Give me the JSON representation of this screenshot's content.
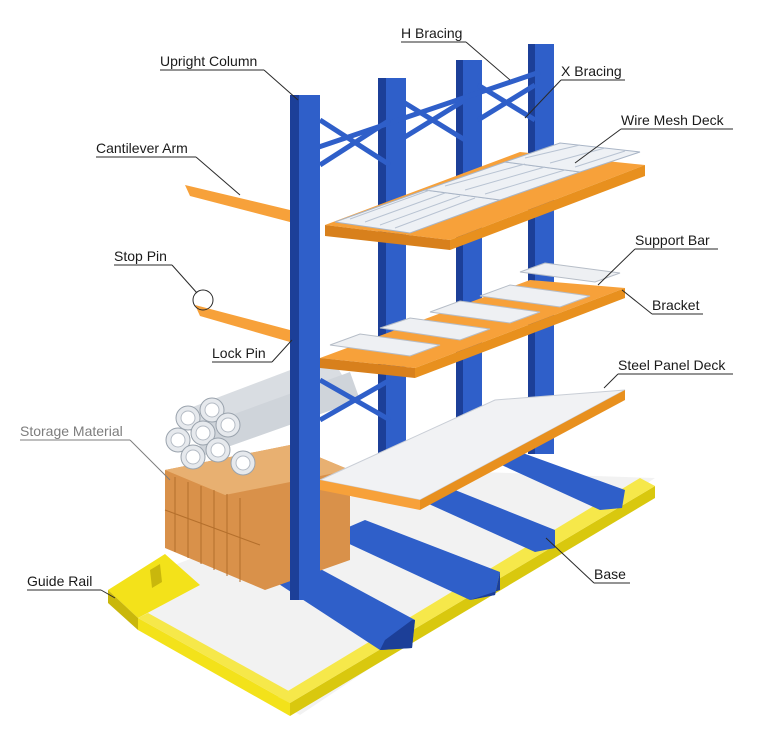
{
  "colors": {
    "upright": "#2f5fc9",
    "upright_dark": "#1c3f98",
    "arm": "#f7a13a",
    "arm_dark": "#d8801c",
    "rail": "#f3e21a",
    "rail_dark": "#c9b70c",
    "deck": "#f1f2f4",
    "mesh": "#a9b5c6",
    "pipe": "#e3e6ea",
    "wood": "#d9914a",
    "floor": "#f0f0f0"
  },
  "labels": {
    "h_bracing": "H Bracing",
    "upright_column": "Upright Column",
    "x_bracing": "X Bracing",
    "wire_mesh_deck": "Wire Mesh Deck",
    "cantilever_arm": "Cantilever Arm",
    "support_bar": "Support Bar",
    "stop_pin": "Stop Pin",
    "bracket": "Bracket",
    "lock_pin": "Lock Pin",
    "steel_panel_deck": "Steel Panel Deck",
    "storage_material": "Storage Material",
    "guide_rail": "Guide Rail",
    "base": "Base"
  }
}
